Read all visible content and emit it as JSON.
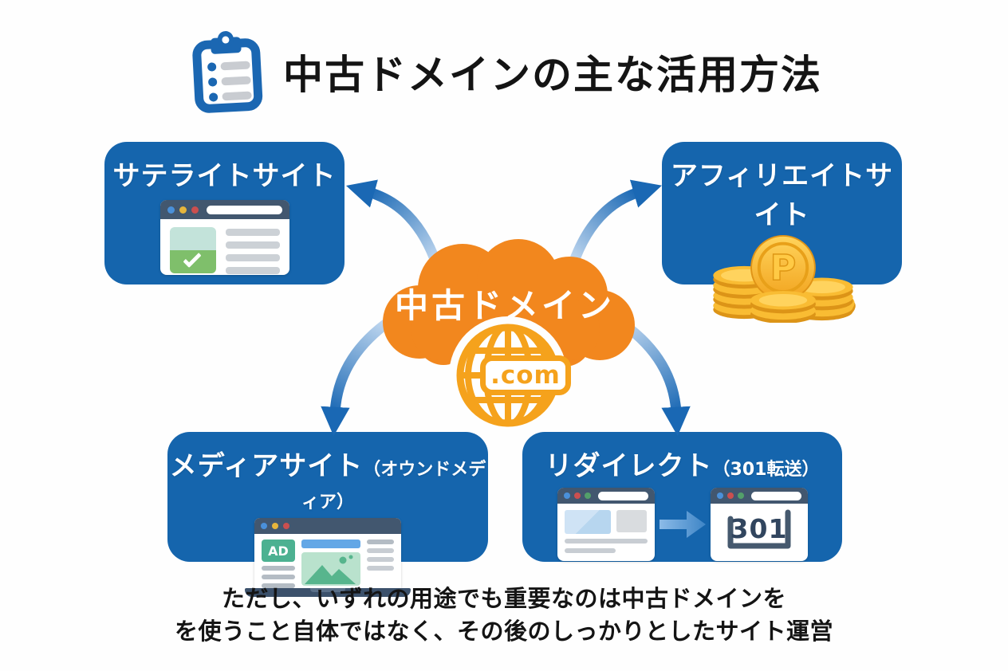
{
  "header": {
    "title": "中古ドメインの主な活用方法"
  },
  "center": {
    "cloud_label": "中古ドメイン",
    "domain_badge": ".com"
  },
  "boxes": {
    "satellite": {
      "label": "サテライトサイト"
    },
    "affiliate": {
      "label": "アフィリエイトサイト"
    },
    "media": {
      "label": "メディアサイト",
      "sublabel": "（オウンドメディア）"
    },
    "redirect": {
      "label": "リダイレクト",
      "sublabel": "（301転送）"
    }
  },
  "illustrations": {
    "ad_badge": "AD",
    "coin_letter": "P",
    "redirect_code": "301"
  },
  "caption": {
    "line1": "ただし、いずれの用途でも重要なのは中古ドメインを",
    "line2": "を使うこと自体ではなく、その後のしっかりとしたサイト運営"
  },
  "icons": {
    "clipboard": "clipboard-checklist",
    "satellite": "browser-window-checked-image",
    "affiliate": "gold-point-coin-stacks",
    "media": "laptop-browser-with-ad",
    "redirect": "browser-to-301-browser-arrow",
    "cloud": "orange-cloud",
    "globe": "globe-wireframe-dotcom"
  },
  "colors": {
    "box_blue": "#1565ad",
    "cloud_orange": "#f2871e",
    "globe_orange": "#f5a21c",
    "arrow_blue_dark": "#1a68b4",
    "arrow_blue_light": "#c7dcf2",
    "browser_bar": "#42576f",
    "gold": "#f7b32a",
    "check_green": "#7fbf6b",
    "ad_green": "#4cb191",
    "link_blue": "#63a7e6",
    "code_navy": "#31455e",
    "text_dark": "#141414"
  }
}
